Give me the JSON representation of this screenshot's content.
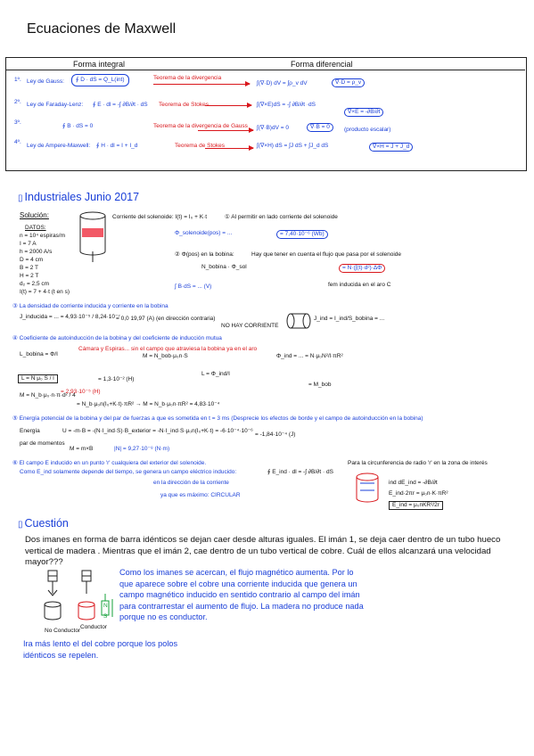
{
  "title": "Ecuaciones de Maxwell",
  "table": {
    "headers": [
      "Forma integral",
      "Forma diferencial"
    ],
    "rows": [
      {
        "num": "1º.",
        "law": "Ley de Gauss:",
        "integral": "∮ D · dS = Q_L(int)",
        "theorem": "Teorema de la divergencia",
        "differential": "∫(∇·D) dV = ∫ρ_v dV",
        "result": "∇·D = ρ_v"
      },
      {
        "num": "2º.",
        "law": "Ley de Faraday-Lenz:",
        "integral": "∮ E · dl = -∫ ∂B/∂t · dS",
        "theorem": "Teorema de Stokes",
        "differential": "∫(∇×E)dS = -∫ ∂B/∂t ·dS",
        "result": "∇×E = -∂B/∂t"
      },
      {
        "num": "3º.",
        "law": "",
        "integral": "∮ B · dS = 0",
        "theorem": "Teorema de la divergencia de Gauss",
        "differential": "∫(∇·B)dV = 0",
        "result": "∇·B = 0",
        "note": "(producto escalar)"
      },
      {
        "num": "4º.",
        "law": "Ley de Ampere-Maxwell:",
        "integral": "∮ H · dl = I + I_d",
        "theorem": "Teorema de Stokes",
        "differential": "∫(∇×H) dS = ∫J dS + ∫J_d dS",
        "result": "∇×H = J + J_d"
      }
    ]
  },
  "section1": {
    "title": "Industriales Junio 2017",
    "solution_label": "Solución:",
    "datos_label": "DATOS:",
    "datos": [
      "n = 10⁴ espiras/m",
      "I = 7 A",
      "h = 2000 A/s",
      "D = 4 cm",
      "B = 2 T",
      "H = 2 T",
      "d₂ = 2,5 cm",
      "I(t) = 7 + 4·t (t en s)"
    ],
    "labels": {
      "corriente_solenoide": "Corriente del solenoide: I(t) = I₀ + K·t",
      "a1": "① Al permitir en lado corriente del solenoide",
      "flujo": "Φ_solenoide(pos) = ...",
      "flujo_val": "= 7,40·10⁻⁶ (Wb)",
      "b1": "② Φ(pos) en la bobina:",
      "b2": "Hay que tener en cuenta el flujo que pasa por el solenoide",
      "b3": "N_bobina · Φ_sol",
      "c1": "∫ B·dS = ... (V)",
      "c2": "fem inducida en el aro C",
      "q3": "③ La densidad de corriente inducida y corriente en la bobina",
      "q3_val": "= 0,0 19,97 (A) (en dirección contraria)",
      "no_corriente": "NO HAY CORRIENTE",
      "q4": "④ Coeficiente de autoinducción de la bobina y del coeficiente de inducción mutua",
      "q4_note1": "Cámara y Espiras... sin el campo que atraviesa la bobina ya en el aro",
      "l_val": "= 1,3·10⁻² (H)",
      "m_val": "= 2,93·10⁻⁵ (H)",
      "q5": "⑤ Energía potencial de la bobina y del par de fuerzas a que es sometida en t = 3 ms (Desprecie los efectos de borde y el campo de autoinducción en la bobina)",
      "energia": "Energía",
      "par": "par de momentos",
      "q5_val": "= -1,84·10⁻⁴ (J)",
      "q5_val2": "|N| = 9,27·10⁻⁸ (N·m)",
      "q6": "⑥ El campo E inducido en un punto 'r' cualquiera del exterior del solenoide.",
      "q6b": "Como E_ind solamente depende del tiempo, se genera un campo eléctrico inducido:",
      "q6c": "Para la circunferencia de radio 'r' en la zona de interés",
      "q6d": "ind dE_ind = -∂B/∂t",
      "q6e": "en la dirección de la corriente",
      "q6f": "ya que es máximo: CIRCULAR"
    }
  },
  "section2": {
    "title": "Cuestión",
    "question": "Dos imanes en forma de barra idénticos se dejan caer desde alturas iguales. El imán 1, se deja caer dentro de un tubo hueco vertical de madera . Mientras que el imán 2, cae dentro de un tubo vertical de cobre. Cuál de ellos alcanzará una velocidad mayor???",
    "answer1": "Como los imanes se acercan, el flujo magnético aumenta. Por lo que aparece sobre el cobre una corriente inducida que genera un campo magnético inducido en sentido contrario al campo del imán para contrarrestar el aumento de flujo. La madera no produce nada porque no es conductor.",
    "answer2": "Ira más lento el del cobre porque los polos idénticos se repelen.",
    "labels": {
      "no_conductor": "No Conductor",
      "conductor": "Conductor",
      "pole_n": "N",
      "pole_s": "S"
    }
  },
  "colors": {
    "ink_blue": "#1a3fd8",
    "ink_red": "#d9161b",
    "ink_green": "#15a13a"
  },
  "icons": [
    "missing-glyph-icon",
    "missing-glyph-icon"
  ]
}
